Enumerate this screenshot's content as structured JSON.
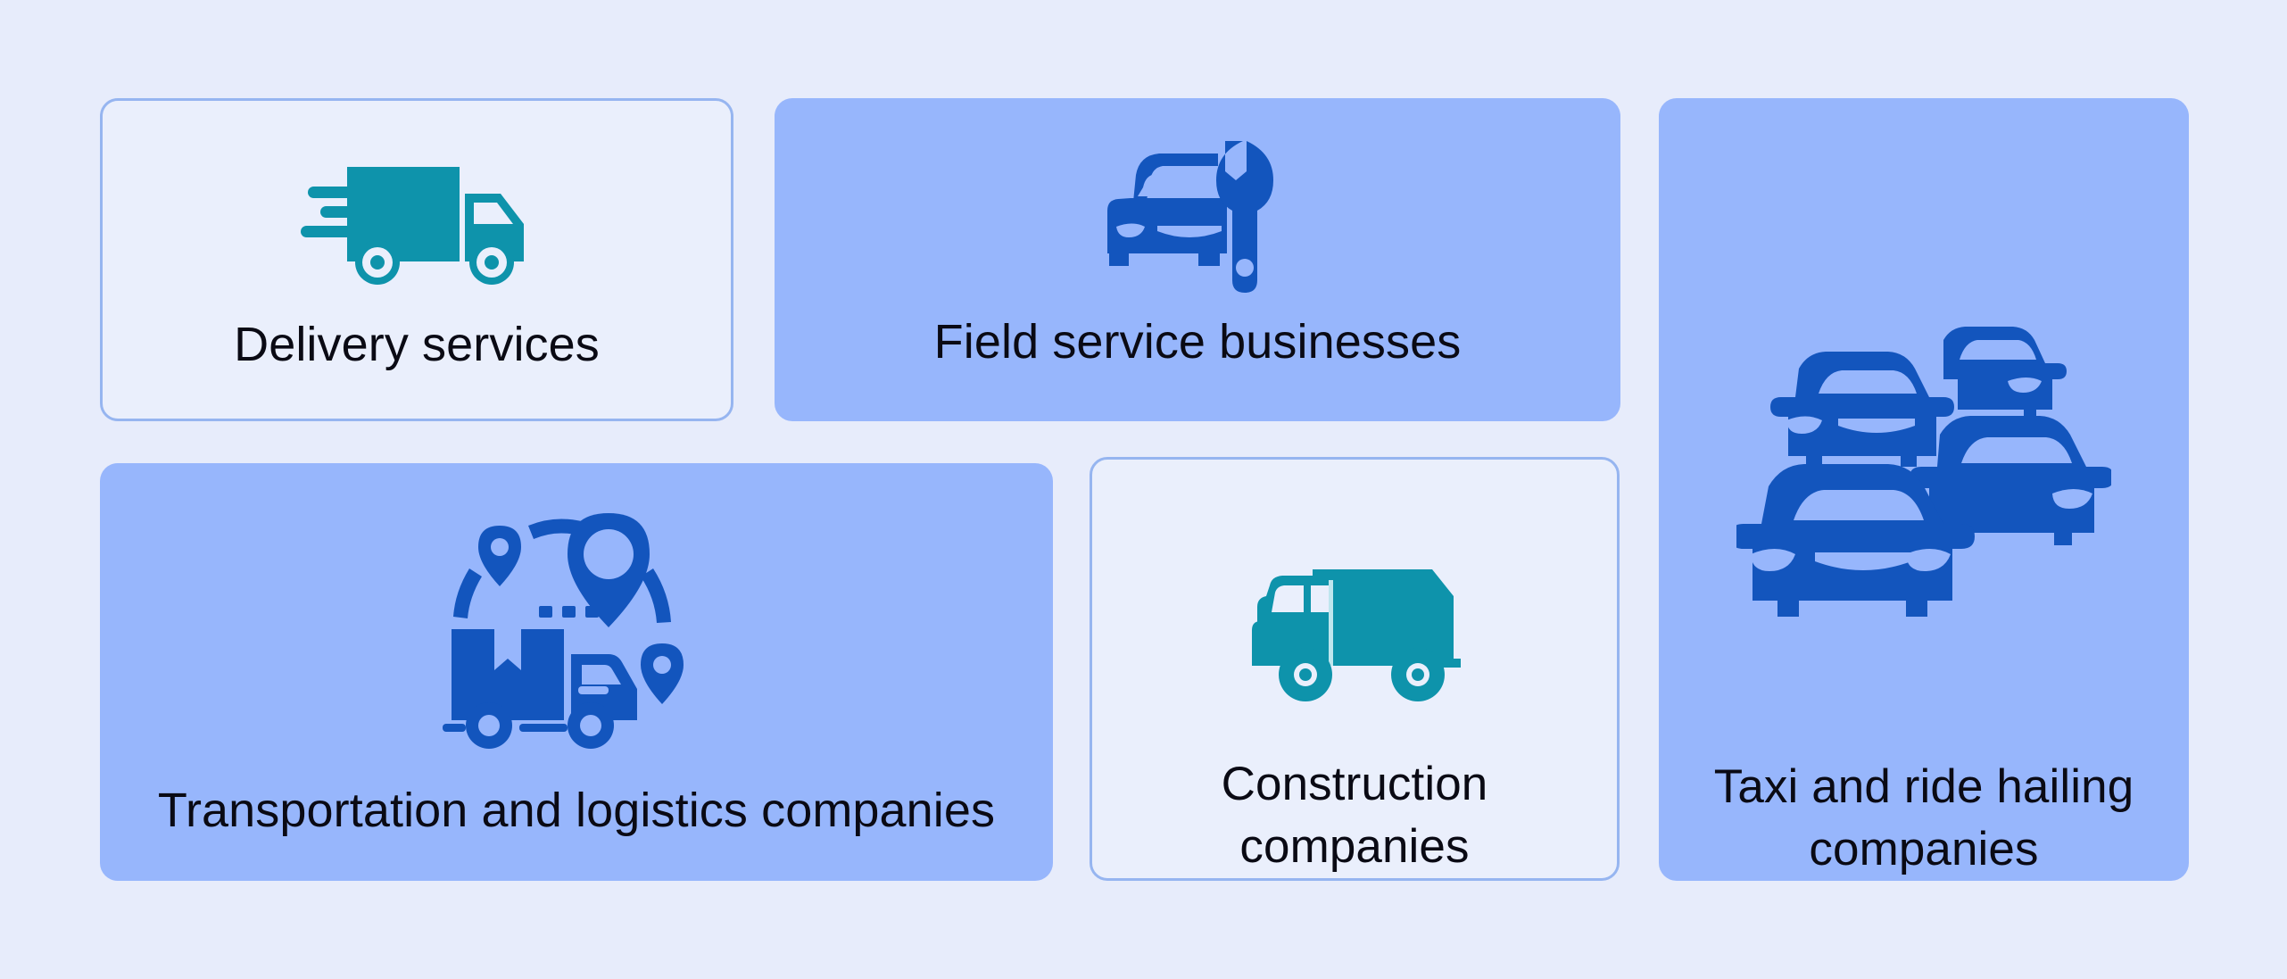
{
  "page": {
    "background_color": "#e7ecfb",
    "accent_blue": "#1355bd",
    "accent_teal": "#0e93ab",
    "card_fill_blue": "#97b6fc",
    "card_fill_light": "#eaeffc",
    "card_border": "#96b5f0",
    "text_color": "#0a0a14"
  },
  "cards": [
    {
      "id": "delivery",
      "label": "Delivery services",
      "icon": "delivery-truck-icon",
      "style": "outlined",
      "icon_color": "#0e93ab"
    },
    {
      "id": "field-service",
      "label": "Field service businesses",
      "icon": "car-wrench-icon",
      "style": "filled",
      "icon_color": "#1355bd"
    },
    {
      "id": "taxi",
      "label": "Taxi and ride hailing\ncompanies",
      "icon": "traffic-cars-icon",
      "style": "filled",
      "icon_color": "#1355bd"
    },
    {
      "id": "logistics",
      "label": "Transportation and logistics companies",
      "icon": "logistics-route-truck-icon",
      "style": "filled",
      "icon_color": "#1355bd"
    },
    {
      "id": "construction",
      "label": "Construction\ncompanies",
      "icon": "dump-truck-icon",
      "style": "outlined",
      "icon_color": "#0e93ab"
    }
  ]
}
